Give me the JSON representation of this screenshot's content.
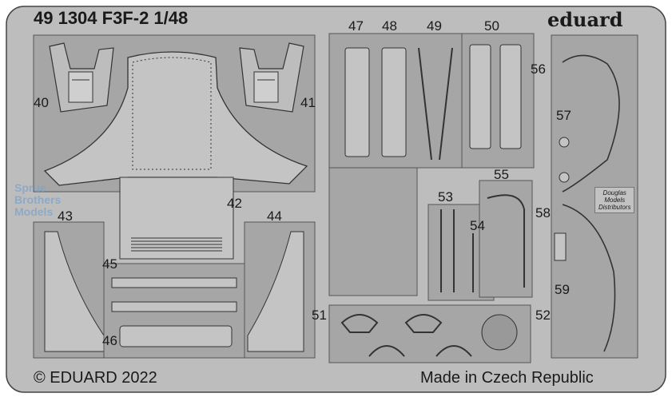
{
  "fret": {
    "set_title": "49 1304 F3F-2 1/48",
    "brand": "eduard",
    "copyright": "© EDUARD 2022",
    "origin": "Made in Czech Republic",
    "distributor_stamp": [
      "Douglas",
      "Models",
      "Distributors"
    ],
    "watermark": [
      "Sprue",
      "Brothers",
      "Models"
    ],
    "metal_color": "#bdbdbd",
    "panel_color": "#a6a6a6"
  },
  "part_numbers": [
    "40",
    "41",
    "42",
    "43",
    "44",
    "45",
    "46",
    "47",
    "48",
    "49",
    "50",
    "51",
    "52",
    "53",
    "54",
    "55",
    "56",
    "57",
    "58",
    "59"
  ]
}
